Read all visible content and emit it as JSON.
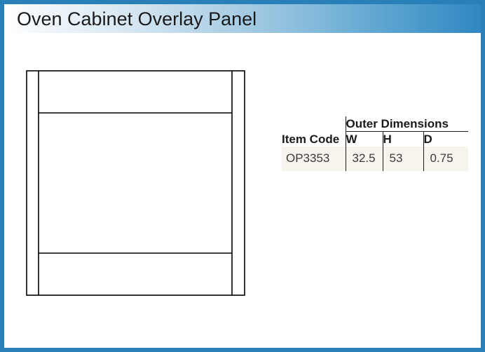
{
  "page": {
    "title": "Oven Cabinet Overlay Panel",
    "border_color": "#2980b9",
    "header_gradient_from": "#ffffff",
    "header_gradient_to": "#2e86c1",
    "background": "#ffffff"
  },
  "diagram": {
    "name": "oven-cabinet-overlay-panel-front-view",
    "stroke_color": "#000000",
    "fill_color": "#ffffff",
    "parts": [
      "outer-frame",
      "left-stile",
      "right-stile",
      "top-rail",
      "bottom-rail"
    ]
  },
  "table": {
    "group_header": {
      "blank": "",
      "label": "Outer Dimensions"
    },
    "columns": [
      "Item Code",
      "W",
      "H",
      "D"
    ],
    "rows": [
      {
        "item_code": "OP3353",
        "w": "32.5",
        "h": "53",
        "d": "0.75"
      }
    ],
    "row_background": "#f7f4ee",
    "rule_color": "#1a1a1a"
  }
}
